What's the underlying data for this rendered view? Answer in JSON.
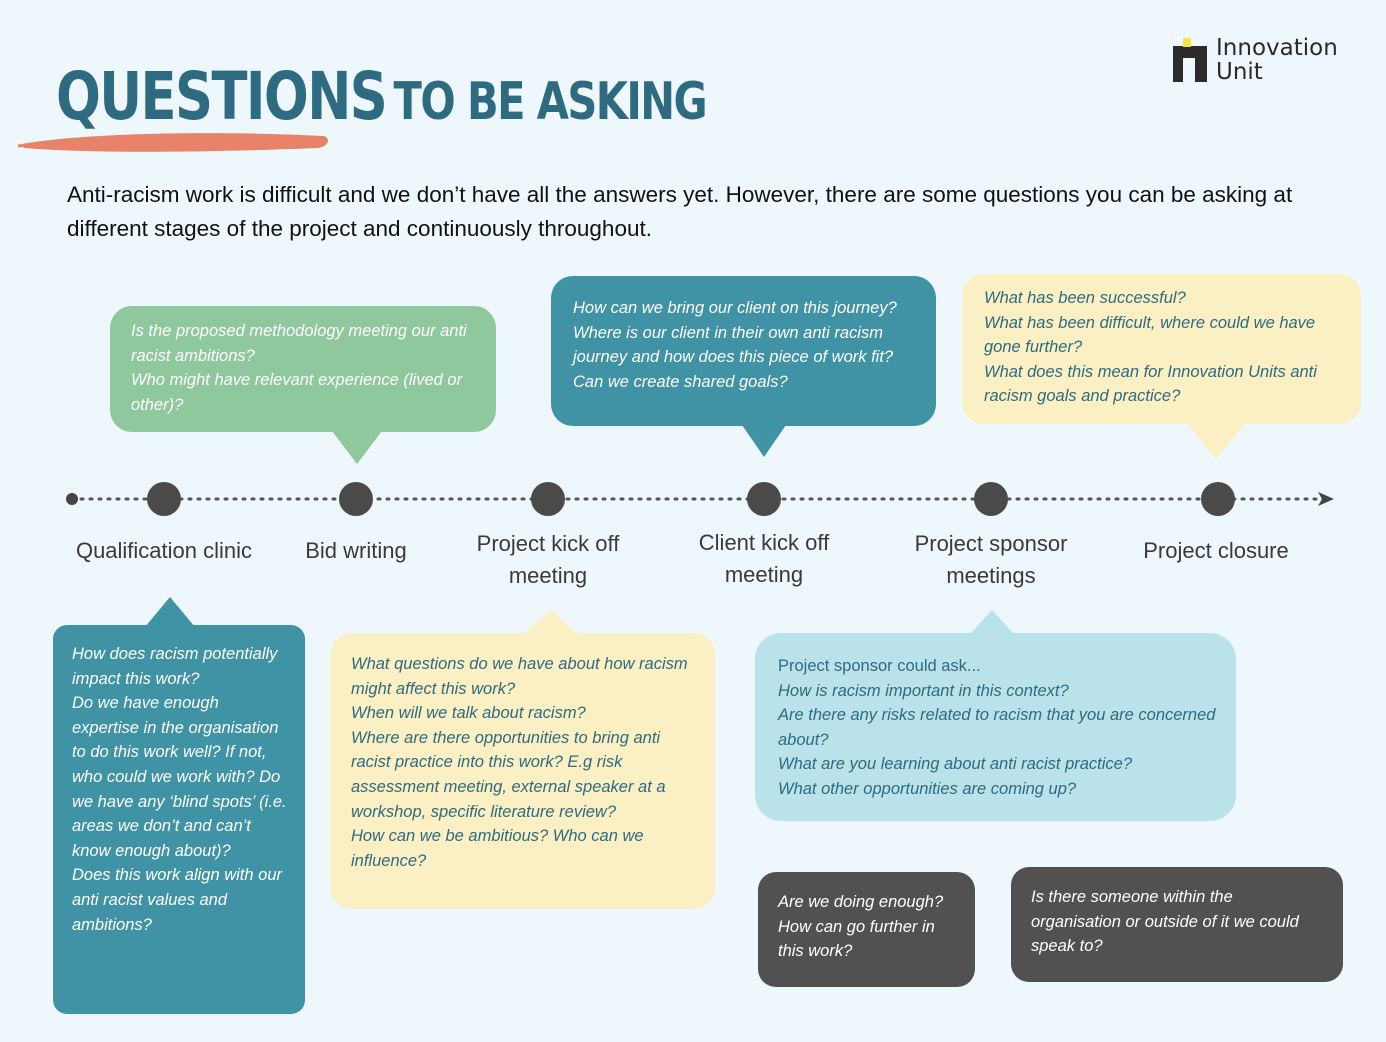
{
  "header": {
    "title_big": "QUESTIONS",
    "title_small": "TO BE ASKING",
    "intro": "Anti-racism work is difficult and we don’t have all the answers yet. However, there are some questions you can be asking at different stages of the project and continuously throughout."
  },
  "logo": {
    "line1": "Innovation",
    "line2": "Unit"
  },
  "stages": [
    {
      "label": "Qualification clinic"
    },
    {
      "label": "Bid writing"
    },
    {
      "label": "Project kick off meeting"
    },
    {
      "label": "Client kick off meeting"
    },
    {
      "label": "Project sponsor meetings"
    },
    {
      "label": "Project closure"
    }
  ],
  "bubbles": {
    "bid_writing": "Is the proposed methodology meeting our anti racist ambitions?\nWho might have relevant experience (lived or other)?",
    "client_kickoff": "How can we bring our client on this journey?\nWhere is our client in their own anti racism journey and how does this piece of work fit?\nCan we create shared goals?",
    "project_closure": "What has been successful?\nWhat has been difficult, where could we have gone further?\nWhat does this mean for Innovation Units anti racism goals and practice?",
    "qualification_clinic": "How does racism potentially  impact this work?\nDo we have enough expertise in the organisation to do this work well? If not, who could we work with? Do we have any ‘blind spots’ (i.e. areas we don’t and can’t know enough about)?\nDoes this work align with our anti racist values and ambitions?",
    "project_kickoff": "What questions do we have about how racism might affect this work?\nWhen will we talk about racism?\nWhere are there opportunities to bring anti racist practice into this work? E.g risk assessment meeting, external speaker at a workshop, specific literature review?\nHow can we be ambitious? Who can we influence?",
    "sponsor_intro": "Project sponsor could ask...",
    "project_sponsor": "How is racism important in this context?\nAre there any risks related to racism that you are concerned about?\nWhat are you learning about anti racist practice?\nWhat other opportunities are coming up?",
    "doing_enough": "Are we doing enough?\nHow can go further in this work?",
    "someone_within": "Is there someone within the organisation or outside of it we could speak to?"
  },
  "colors": {
    "title": "#2f6b80",
    "brush": "#e8836a",
    "green": "#8fc89d",
    "teal": "#3f93a4",
    "yellow": "#fbf0c3",
    "light_blue": "#b9e2ea",
    "dark": "#515151",
    "logo_accent": "#f4e64a"
  }
}
